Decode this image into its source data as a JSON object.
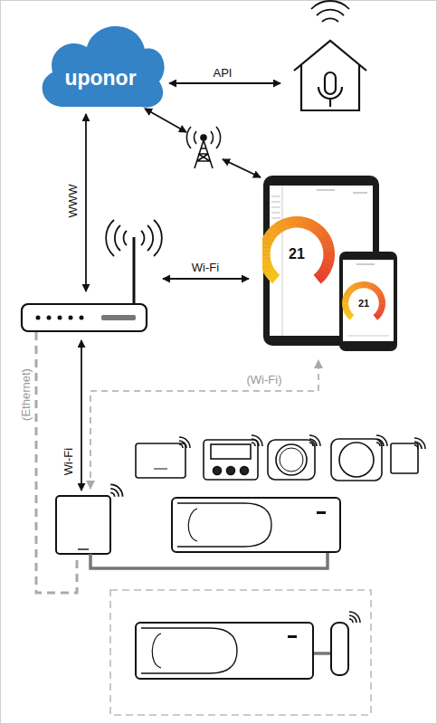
{
  "diagram": {
    "nodes": [
      {
        "text": [
          "uponor"
        ]
      },
      {
        "text": [
          "21"
        ]
      },
      {
        "text": [
          "21"
        ]
      }
    ],
    "labels": [
      "API",
      "WWW",
      "Wi-Fi",
      "(Wi-Fi)",
      "Wi-Fi",
      "(Ethernet)"
    ]
  }
}
